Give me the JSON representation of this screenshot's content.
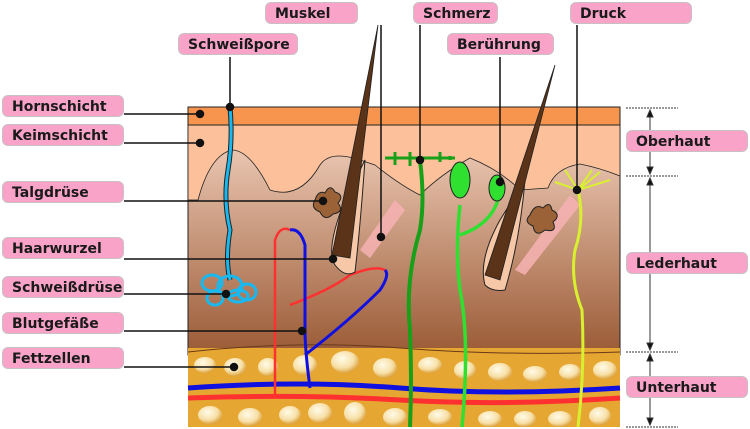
{
  "labels": {
    "muskel": "Muskel",
    "schmerz": "Schmerz",
    "druck": "Druck",
    "schweisspore": "Schweißpore",
    "beruehrung": "Berührung",
    "hornschicht": "Hornschicht",
    "keimschicht": "Keimschicht",
    "talgdruese": "Talgdrüse",
    "haarwurzel": "Haarwurzel",
    "schweissdruese": "Schweißdrüse",
    "blutgefaesse": "Blutgefäße",
    "fettzellen": "Fettzellen",
    "oberhaut": "Oberhaut",
    "lederhaut": "Lederhaut",
    "unterhaut": "Unterhaut"
  },
  "colors": {
    "label_bg": "#f9a3c8",
    "hornschicht": "#f7954f",
    "keimschicht": "#fcc09a",
    "dermis_top": "#f0c8b0",
    "dermis_bottom": "#9a5a35",
    "fat": "#e8a830",
    "vein": "#1010e0",
    "artery": "#ff3030",
    "sweat": "#18b8f0",
    "nerve_pain": "#18a018",
    "nerve_touch": "#30e030",
    "nerve_pressure": "#d8f030"
  }
}
